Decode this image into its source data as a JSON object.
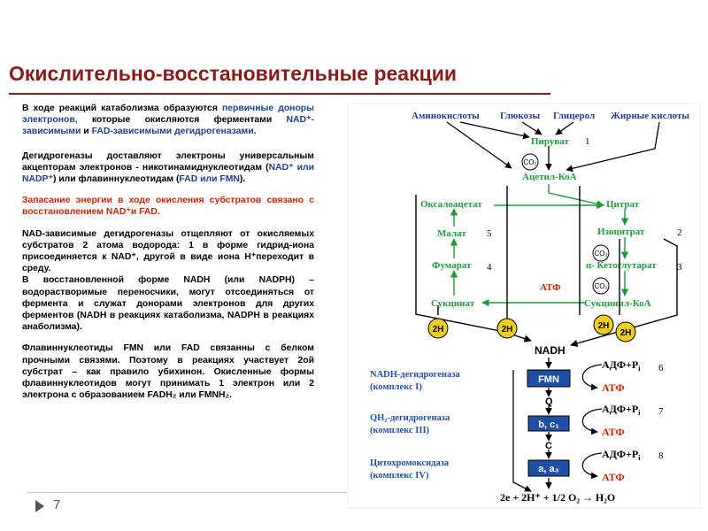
{
  "title": "Окислительно-восстановительные реакции",
  "page_number": "7",
  "text": {
    "p1_part1": "В ходе реакций катаболизма образуются ",
    "p1_part2": "первичные доноры электронов,",
    "p1_part3": " которые окисляются ферментами ",
    "p1_part4": "NAD⁺-зависимыми",
    "p1_part5": " и ",
    "p1_part6": "FAD-зависимыми дегидрогеназами",
    "p1_part7": ".",
    "p2_part1": "Дегидрогеназы доставляют электроны универсальным акцепторам электронов - никотинамиднуклеотидам (",
    "p2_part2": "NAD⁺ или NADP⁺",
    "p2_part3": ") или флавиннуклеотидам (",
    "p2_part4": "FAD или FMN",
    "p2_part5": ").",
    "p3": "Запасание энергии в ходе окисления субстратов связано с восстановлением NAD⁺и FAD.",
    "p4a": "NAD-зависимые дегидрогеназы отщепляют от окисляемых субстратов 2 атома водорода: 1 в форме гидрид-иона присоединяется к NAD⁺, другой в виде иона H⁺переходит в среду.",
    "p4b": "В восстановленной форме NADH (или NADPH) – водорастворимые переносчики, могут отсоединяться от фермента и служат донорами электронов для других ферментов (NADH в реакциях катаболизма, NADPH в реакциях анаболизма).",
    "p5": "Флавиннуклеотиды FMN или FAD связанны с белком прочными связями. Поэтому в реакциях участвует 2ой субстрат – как правило убихинон. Окисленные формы флавиннуклеотидов могут принимать 1 электрон или 2 электрона с образованием FADH₂ или FMNH₂."
  },
  "diagram": {
    "sources": [
      "Аминокислоты",
      "Глюкозы",
      "Глицерол",
      "Жирные кислоты"
    ],
    "piruvat": "Пируват",
    "acetyl_coa": "Ацетил-КоА",
    "co2": "CO₂",
    "cycle": {
      "oxaloacetate": "Оксалоацетат",
      "citrate": "Цитрат",
      "malate": "Малат",
      "isocitrate": "Изоцитрат",
      "fumarate": "Фумарат",
      "ketoglutarate": "α- Кетоглутарат",
      "succinate": "Сукцинат",
      "succinyl_coa": "Сукцинил-КоА",
      "atp": "АТФ"
    },
    "numbers": [
      "1",
      "2",
      "3",
      "4",
      "5",
      "6",
      "7",
      "8"
    ],
    "h2": "2H",
    "nadh": "NADH",
    "fmn": "FMN",
    "q": "Q",
    "bc1": "b, c₁",
    "c": "C",
    "aa3": "a, a₃",
    "adp": "АДФ+P",
    "pi_sub": "i",
    "atp": "АТФ",
    "complexes": [
      {
        "line1": "NADH-дегидрогеназа",
        "line2": "(комплекс I)"
      },
      {
        "line1": "QH₂-дегидрогеназа",
        "line2": "(комплекс III)"
      },
      {
        "line1": "Цитохромоксидаза",
        "line2": "(комплекс IV)"
      }
    ],
    "final_equation": "2e + 2H⁺ + 1/2 O₂ → H₂O"
  },
  "colors": {
    "title": "#8b1a1a",
    "text_blue": "#1f3f8f",
    "text_red": "#cc2200",
    "cycle_green": "#1f9a3a",
    "hydrogen_badge": "#f1cf19",
    "etc_box": "#1f4fa5"
  }
}
